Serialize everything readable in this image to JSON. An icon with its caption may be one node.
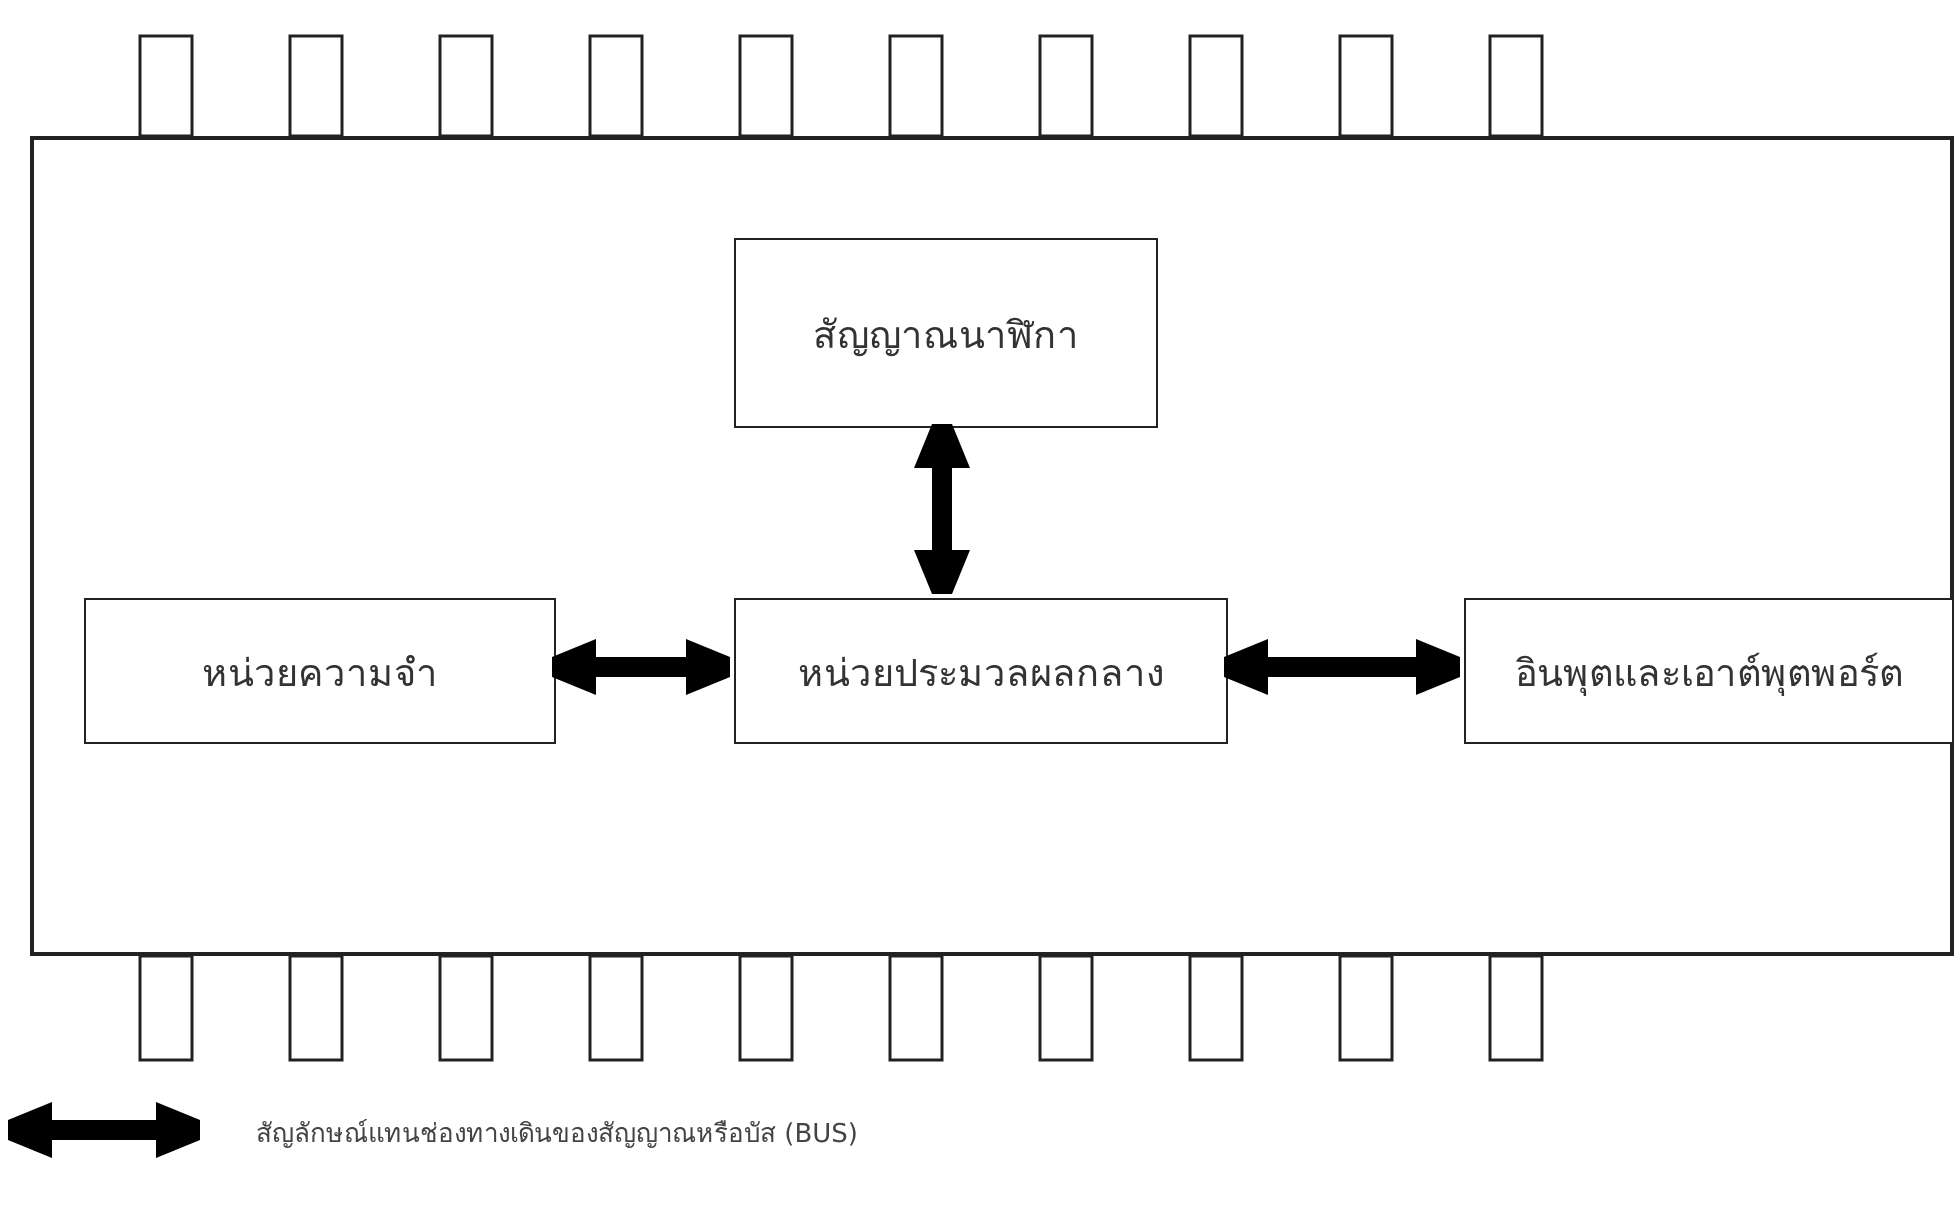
{
  "diagram": {
    "nodes": [
      {
        "text": [],
        "shape": "box"
      },
      {
        "text": [
          "สัญญาณนาฬิกา"
        ],
        "in": 0
      },
      {
        "text": [
          "หน่วยความจำ"
        ],
        "in": 0
      },
      {
        "text": [
          "หน่วยประมวลผลกลาง"
        ],
        "in": 0
      },
      {
        "text": [
          "อินพุตและเอาต์พุตพอร์ต"
        ],
        "in": 0
      }
    ],
    "edges": [
      {
        "from": 1,
        "to": 3,
        "arrow": "both"
      },
      {
        "from": 2,
        "to": 3,
        "arrow": "both"
      },
      {
        "from": 3,
        "to": 4,
        "arrow": "both"
      }
    ],
    "legend": [
      {
        "text": "สัญลักษณ์แทนช่องทางเดินของสัญญาณหรือบัส (BUS)"
      }
    ]
  }
}
